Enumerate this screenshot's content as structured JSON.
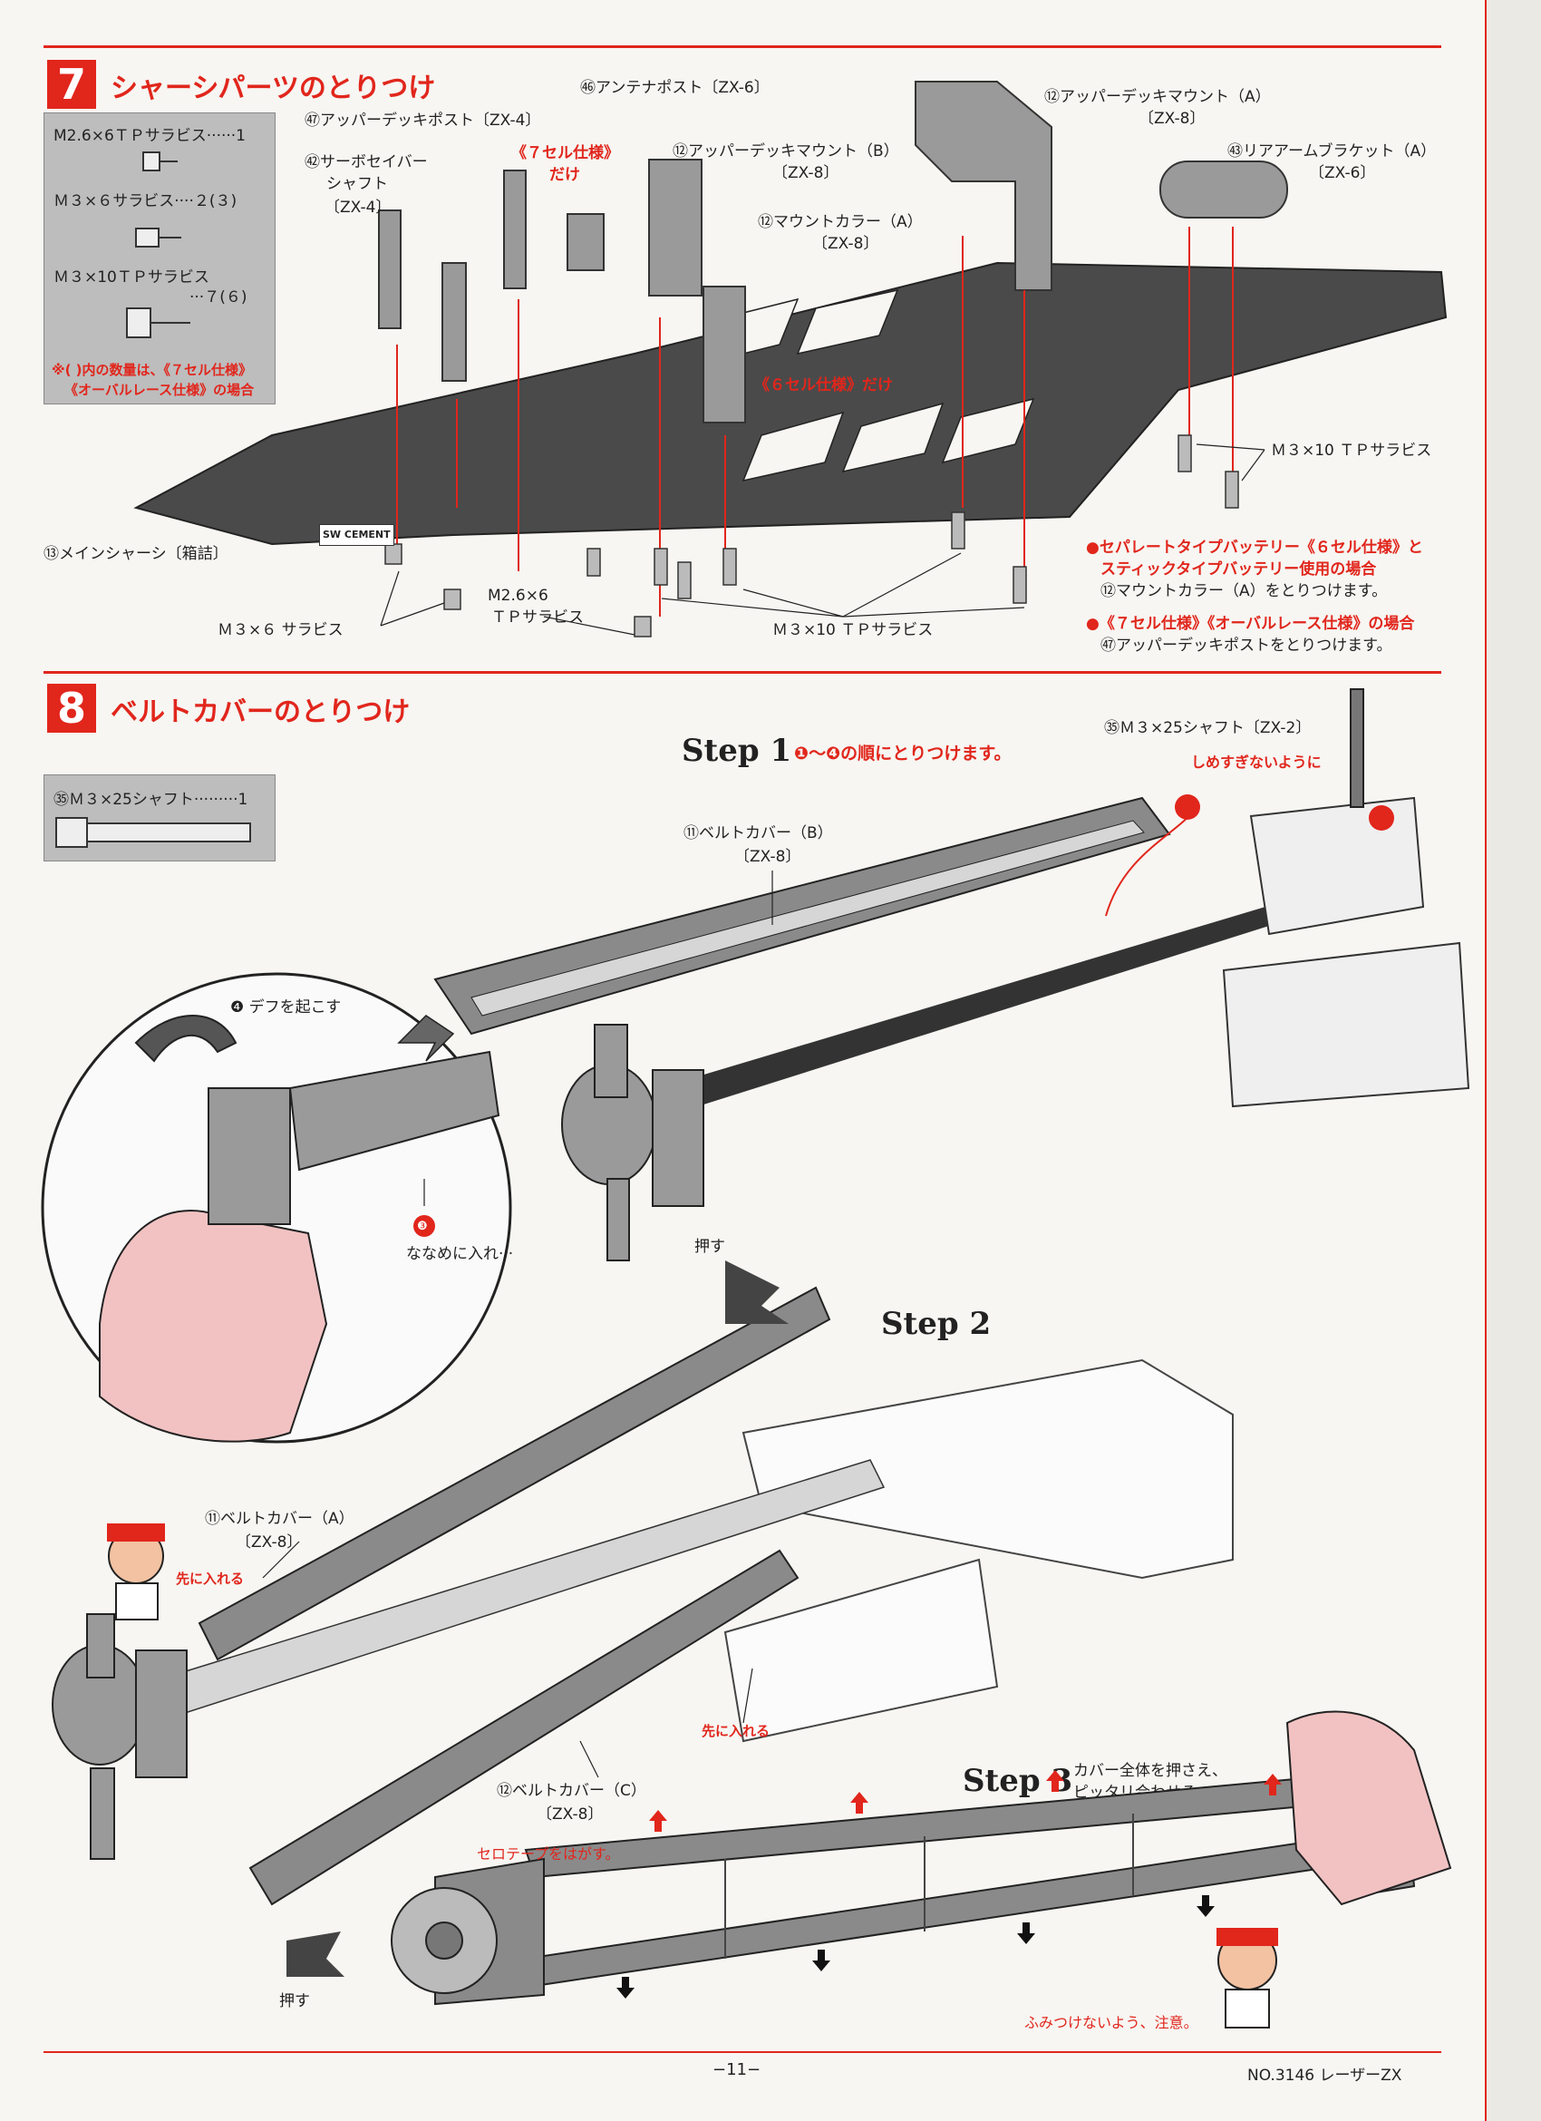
{
  "section7": {
    "number": "7",
    "title": "シャーシパーツのとりつけ",
    "parts_box": {
      "items": [
        {
          "name": "M2.6×6ＴＰサラビス······1"
        },
        {
          "name": "Ｍ３×６サラビス····２(３)"
        },
        {
          "name": "Ｍ３×10ＴＰサラビス"
        },
        {
          "name": "···７(６)"
        }
      ],
      "note_line1": "※(  )内の数量は、《７セル仕様》",
      "note_line2": "《オーバルレース仕様》の場合"
    },
    "labels": {
      "antenna_post": "㊻アンテナポスト〔ZX-6〕",
      "upper_deck_post": "㊼アッパーデッキポスト〔ZX-4〕",
      "upper_deck_mount_b_1": "⑫アッパーデッキマウント（B）",
      "upper_deck_mount_b_2": "〔ZX-8〕",
      "upper_deck_mount_a_1": "⑫アッパーデッキマウント（A）",
      "upper_deck_mount_a_2": "〔ZX-8〕",
      "rear_arm_bracket_1": "㊸リアアームブラケット（A）",
      "rear_arm_bracket_2": "〔ZX-6〕",
      "servo_saver_1": "㊷サーボセイバー",
      "servo_saver_2": "シャフト",
      "servo_saver_3": "〔ZX-4〕",
      "seven_cell_1": "《７セル仕様》",
      "seven_cell_2": "だけ",
      "mount_collar_1": "⑫マウントカラー（A）",
      "mount_collar_2": "〔ZX-8〕",
      "six_cell": "《６セル仕様》だけ",
      "main_chassis": "⑬メインシャーシ〔箱詰〕",
      "m3x6": "Ｍ３×６ サラビス",
      "m26x6_1": "M2.6×6",
      "m26x6_2": "ＴＰサラビス",
      "m3x10_bottom": "Ｍ３×10 ＴＰサラビス",
      "m3x10_right": "Ｍ３×10 ＴＰサラビス",
      "sw_cement": "SW CEMENT"
    },
    "notes": {
      "line1": "●セパレートタイプバッテリー《６セル仕様》と",
      "line2": "スティックタイプバッテリー使用の場合",
      "line3": "⑫マウントカラー（A）をとりつけます。",
      "line4": "●《７セル仕様》《オーバルレース仕様》の場合",
      "line5": "㊼アッパーデッキポストをとりつけます。"
    }
  },
  "section8": {
    "number": "8",
    "title": "ベルトカバーのとりつけ",
    "parts_box": {
      "item": "㉟Ｍ３×25シャフト·········1"
    },
    "step1": {
      "label": "Step 1",
      "desc": "❶～❹の順にとりつけます。"
    },
    "step2": {
      "label": "Step 2"
    },
    "step3": {
      "label": "Step 3",
      "desc1": "カバー全体を押さえ、",
      "desc2": "ピッタリ合わせる。"
    },
    "labels": {
      "shaft_1": "㉟Ｍ３×25シャフト〔ZX-2〕",
      "shaft_2": "しめすぎないように",
      "belt_cover_b_1": "⑪ベルトカバー（B）",
      "belt_cover_b_2": "〔ZX-8〕",
      "diff_up": "❹ デフを起こす",
      "diagonal_1": "❸",
      "diagonal_2": "ななめに入れ···",
      "push_top": "押す",
      "belt_cover_a_1": "⑪ベルトカバー（A）",
      "belt_cover_a_2": "〔ZX-8〕",
      "insert_first_a": "先に入れる",
      "insert_first_c": "先に入れる",
      "belt_cover_c_1": "⑫ベルトカバー（C）",
      "belt_cover_c_2": "〔ZX-8〕",
      "cello_tape": "セロテープをはがす。",
      "push_bottom": "押す",
      "dont_step": "ふみつけないよう、注意。"
    }
  },
  "footer": {
    "page": "−11−",
    "model": "NO.3146 レーザーZX"
  },
  "colors": {
    "accent": "#e1261c",
    "part_gray": "#8a8a8a",
    "chassis": "#4a4a4a"
  }
}
